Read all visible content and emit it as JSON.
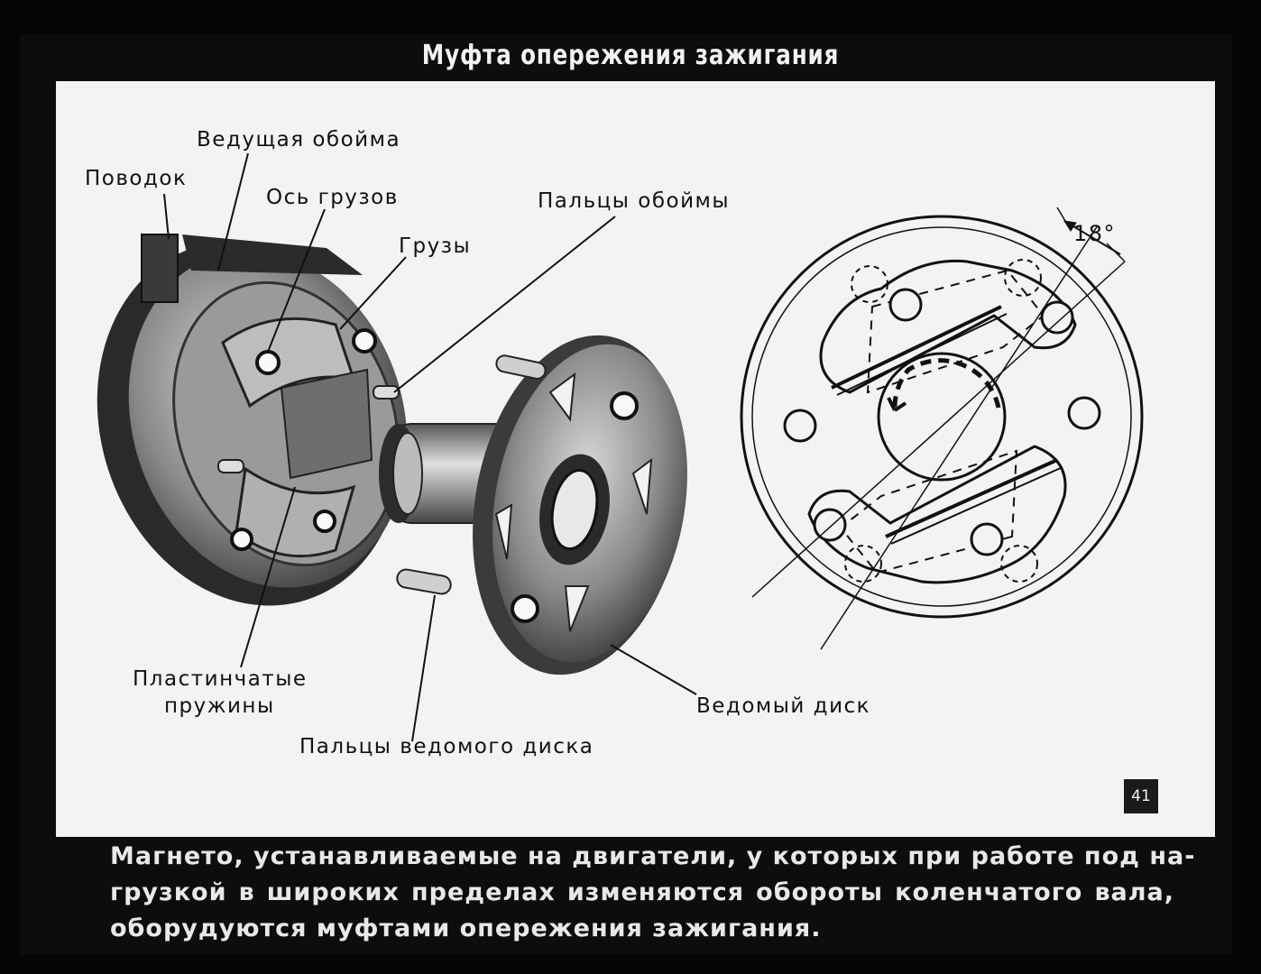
{
  "title": "Муфта опережения зажигания",
  "labels": {
    "vedushchaya_oboyma": "Ведущая обойма",
    "povodok": "Поводок",
    "os_gruzov": "Ось грузов",
    "gruzy": "Грузы",
    "paltsy_oboymy": "Пальцы обоймы",
    "angle": "18°",
    "plastinchatye_line1": "Пластинчатые",
    "plastinchatye_line2": "пружины",
    "paltsy_vedomogo_diska": "Пальцы ведомого диска",
    "vedomyy_disk": "Ведомый диск"
  },
  "page_number": "41",
  "caption": {
    "line1": "Магнето, устанавливаемые на двигатели, у которых при работе под на-",
    "line2": "грузкой в широких пределах изменяются обороты коленчатого вала,",
    "line3": "оборудуются муфтами опережения зажигания."
  }
}
